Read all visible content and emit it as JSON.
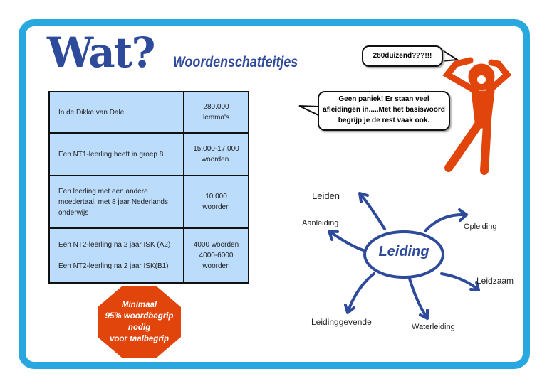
{
  "title": "Wat?",
  "subtitle": "Woordenschatfeitjes",
  "table": [
    {
      "label": [
        "In de Dikke van Dale"
      ],
      "value": [
        "280.000",
        "lemma's"
      ]
    },
    {
      "label": [
        "Een NT1-leerling heeft in groep 8"
      ],
      "value": [
        "15.000-17.000",
        "woorden."
      ]
    },
    {
      "label": [
        "Een leerling met een andere moedertaal, met 8 jaar Nederlands onderwijs"
      ],
      "value": [
        "10.000",
        "woorden"
      ]
    },
    {
      "label": [
        "Een NT2-leerling na 2 jaar ISK (A2)",
        "Een NT2-leerling  na 2 jaar ISK(B1)"
      ],
      "value": [
        "4000 woorden",
        "4000-6000",
        "woorden"
      ]
    }
  ],
  "bubbles": {
    "shock": "280duizend???!!!",
    "calm": "Geen paniek! Er staan veel afleidingen in.....Met het basiswoord begrijp je de rest vaak ook."
  },
  "stop_sign": [
    "Minimaal",
    "95% woordbegrip",
    "nodig",
    "voor taalbegrip"
  ],
  "mindmap": {
    "center": "Leiding",
    "words": [
      "Leiden",
      "Aanleiding",
      "Opleiding",
      "Leidzaam",
      "Leidinggevende",
      "Waterleiding"
    ]
  },
  "colors": {
    "frame": "#29a8e0",
    "brand": "#2e4a9b",
    "orange": "#e2450c",
    "table": "#bcdcfb"
  }
}
